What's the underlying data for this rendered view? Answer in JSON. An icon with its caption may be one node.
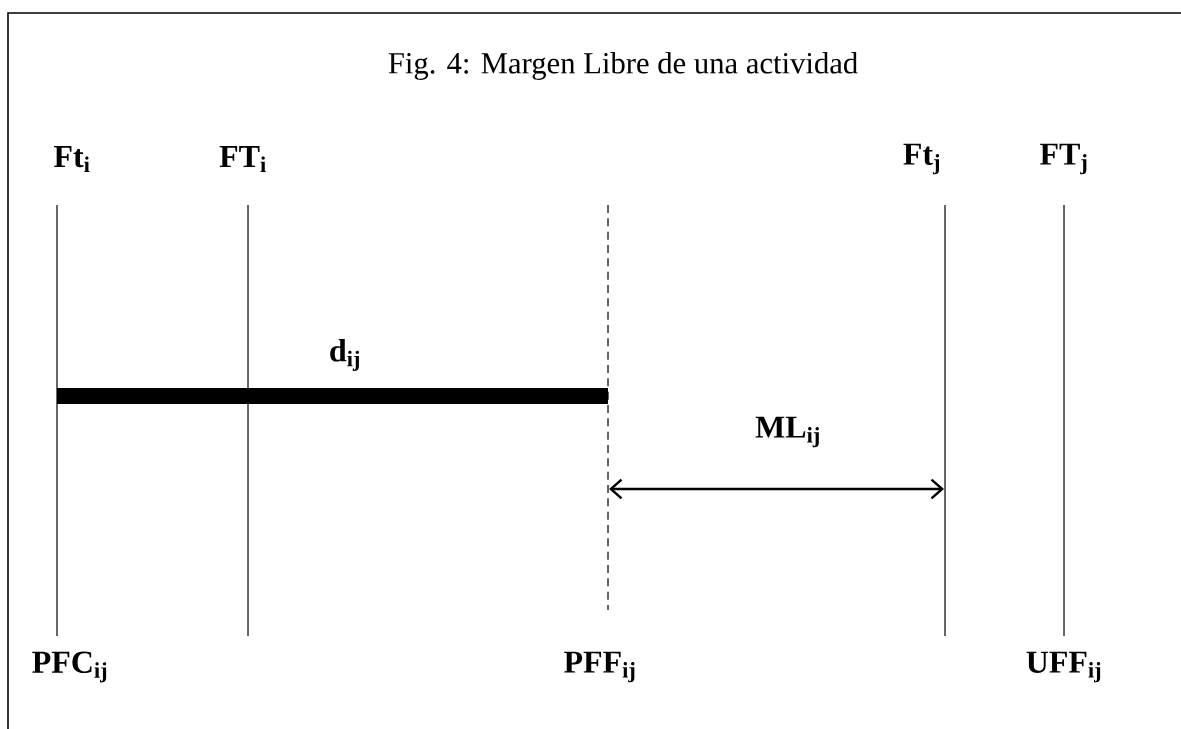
{
  "diagram": {
    "title": "Fig. 4: Margen Libre de una actividad",
    "nodes": [
      {
        "text": [],
        "shape": "bar",
        "beside": [
          "d$_{ij}$"
        ]
      }
    ],
    "labels": [
      "Ft$_{i}$",
      "FT$_{i}$",
      "Ft$_{j}$",
      "FT$_{j}$",
      "ML$_{ij}$",
      "PFC$_{ij}$",
      "PFF$_{ij}$",
      "UFF$_{ij}$"
    ]
  }
}
